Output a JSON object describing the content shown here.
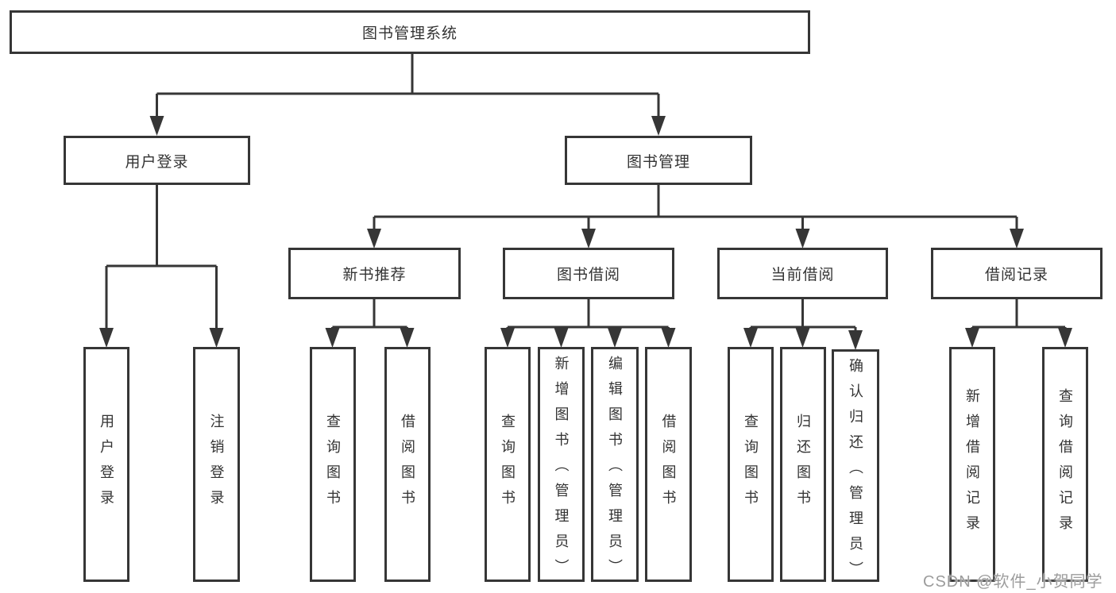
{
  "tree": {
    "label": "图书管理系统",
    "children": [
      {
        "label": "用户登录",
        "children": [
          {
            "label": "用户登录"
          },
          {
            "label": "注销登录"
          }
        ]
      },
      {
        "label": "图书管理",
        "children": [
          {
            "label": "新书推荐",
            "children": [
              {
                "label": "查询图书"
              },
              {
                "label": "借阅图书"
              }
            ]
          },
          {
            "label": "图书借阅",
            "children": [
              {
                "label": "查询图书"
              },
              {
                "label": "新增图书（管理员）"
              },
              {
                "label": "编辑图书（管理员）"
              },
              {
                "label": "借阅图书"
              }
            ]
          },
          {
            "label": "当前借阅",
            "children": [
              {
                "label": "查询图书"
              },
              {
                "label": "归还图书"
              },
              {
                "label": "确认归还（管理员）"
              }
            ]
          },
          {
            "label": "借阅记录",
            "children": [
              {
                "label": "新增借阅记录"
              },
              {
                "label": "查询借阅记录"
              }
            ]
          }
        ]
      }
    ]
  },
  "watermark": {
    "text": "CSDN @软件_小贺同学"
  },
  "colors": {
    "line": "#363636",
    "text": "#333333",
    "bg": "#ffffff",
    "watermark": "#9c9c9c"
  }
}
